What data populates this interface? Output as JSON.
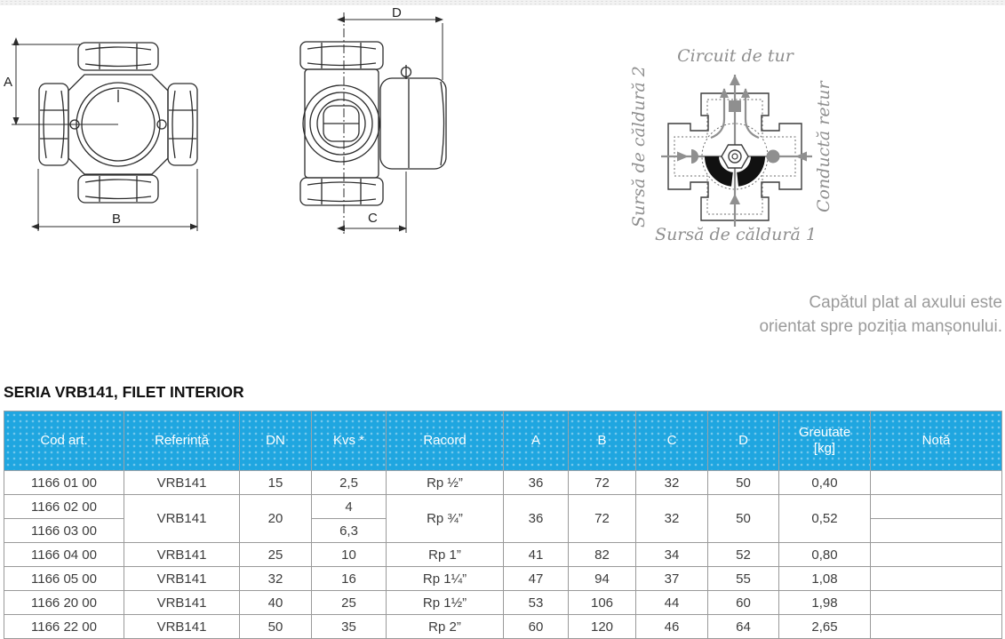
{
  "drawings": {
    "dim_a": "A",
    "dim_b": "B",
    "dim_c": "C",
    "dim_d": "D"
  },
  "flow_diagram": {
    "label_top": "Circuit de tur",
    "label_left": "Sursă de căldură 2",
    "label_right": "Conductă retur",
    "label_bottom": "Sursă de căldură 1"
  },
  "note": {
    "line1": "Capătul plat al axului este",
    "line2": "orientat spre poziția manșonului."
  },
  "table": {
    "title": "SERIA VRB141, FILET INTERIOR",
    "header": {
      "cod": "Cod art.",
      "ref": "Referință",
      "dn": "DN",
      "kvs": "Kvs *",
      "racord": "Racord",
      "a": "A",
      "b": "B",
      "c": "C",
      "d": "D",
      "greutate1": "Greutate",
      "greutate2": "[kg]",
      "nota": "Notă"
    },
    "rows": [
      {
        "cod": "1166 01 00",
        "ref": "VRB141",
        "dn": "15",
        "kvs": "2,5",
        "racord": "Rp ½”",
        "a": "36",
        "b": "72",
        "c": "32",
        "d": "50",
        "kg": "0,40"
      },
      {
        "cod": "1166 02 00",
        "ref": "VRB141",
        "dn": "20",
        "kvs": "4",
        "racord": "Rp ¾”",
        "a": "36",
        "b": "72",
        "c": "32",
        "d": "50",
        "kg": "0,52"
      },
      {
        "cod": "1166 03 00",
        "kvs": "6,3"
      },
      {
        "cod": "1166 04 00",
        "ref": "VRB141",
        "dn": "25",
        "kvs": "10",
        "racord": "Rp 1”",
        "a": "41",
        "b": "82",
        "c": "34",
        "d": "52",
        "kg": "0,80"
      },
      {
        "cod": "1166 05 00",
        "ref": "VRB141",
        "dn": "32",
        "kvs": "16",
        "racord": "Rp 1¼”",
        "a": "47",
        "b": "94",
        "c": "37",
        "d": "55",
        "kg": "1,08"
      },
      {
        "cod": "1166 20 00",
        "ref": "VRB141",
        "dn": "40",
        "kvs": "25",
        "racord": "Rp 1½”",
        "a": "53",
        "b": "106",
        "c": "44",
        "d": "60",
        "kg": "1,98"
      },
      {
        "cod": "1166 22 00",
        "ref": "VRB141",
        "dn": "50",
        "kvs": "35",
        "racord": "Rp 2”",
        "a": "60",
        "b": "120",
        "c": "46",
        "d": "64",
        "kg": "2,65"
      }
    ]
  },
  "colors": {
    "header_blue": "#1fa6e0",
    "label_gray": "#8f8f8f",
    "note_gray": "#9b9b9b"
  }
}
